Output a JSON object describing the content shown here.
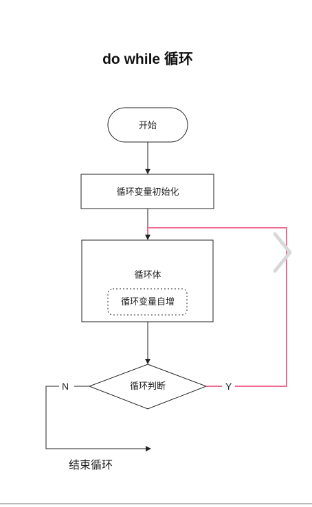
{
  "title": "do while 循环",
  "flowchart": {
    "start": "开始",
    "init": "循环变量初始化",
    "body": "循环体",
    "increment": "循环变量自增",
    "condition": "循环判断",
    "yes_label": "Y",
    "no_label": "N",
    "end": "结束循环"
  },
  "colors": {
    "loop_line": "#f06a8e",
    "stroke": "#222222",
    "next_arrow": "#d8d8d8"
  },
  "icons": {
    "next": "chevron-right-icon"
  }
}
